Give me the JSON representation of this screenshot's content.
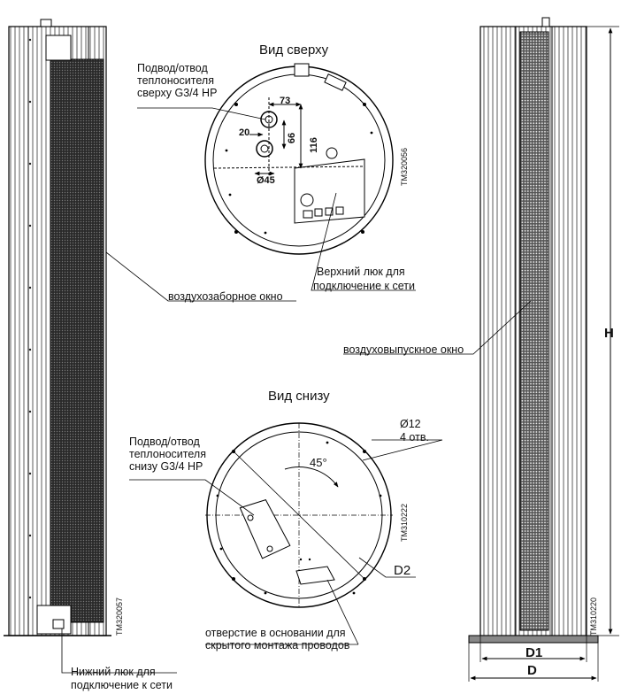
{
  "views": {
    "top_title": "Вид сверху",
    "bottom_title": "Вид снизу"
  },
  "labels": {
    "top_pipe": [
      "Подвод/отвод",
      "теплоносителя",
      "сверху G3/4 НР"
    ],
    "top_hatch": [
      "Верхний люк для",
      "подключение к сети"
    ],
    "intake": "воздухозаборное окно",
    "outlet": "воздуховыпускное окно",
    "bottom_pipe": [
      "Подвод/отвод",
      "теплоносителя",
      "снизу G3/4 НР"
    ],
    "holes": [
      "Ø12",
      "4 отв."
    ],
    "cable_hole": [
      "отверстие в основании для",
      "скрытого монтажа проводов"
    ],
    "bottom_hatch": [
      "Нижний люк для",
      "подключение к сети"
    ]
  },
  "dimensions": {
    "d73": "73",
    "d20": "20",
    "d66": "66",
    "d116": "116",
    "d45": "Ø45",
    "angle": "45°",
    "d2": "D2",
    "h": "H",
    "d1": "D1",
    "d": "D"
  },
  "codes": {
    "top": "TM320056",
    "bottom": "TM310222",
    "left": "TM320057",
    "right": "TM310220"
  }
}
